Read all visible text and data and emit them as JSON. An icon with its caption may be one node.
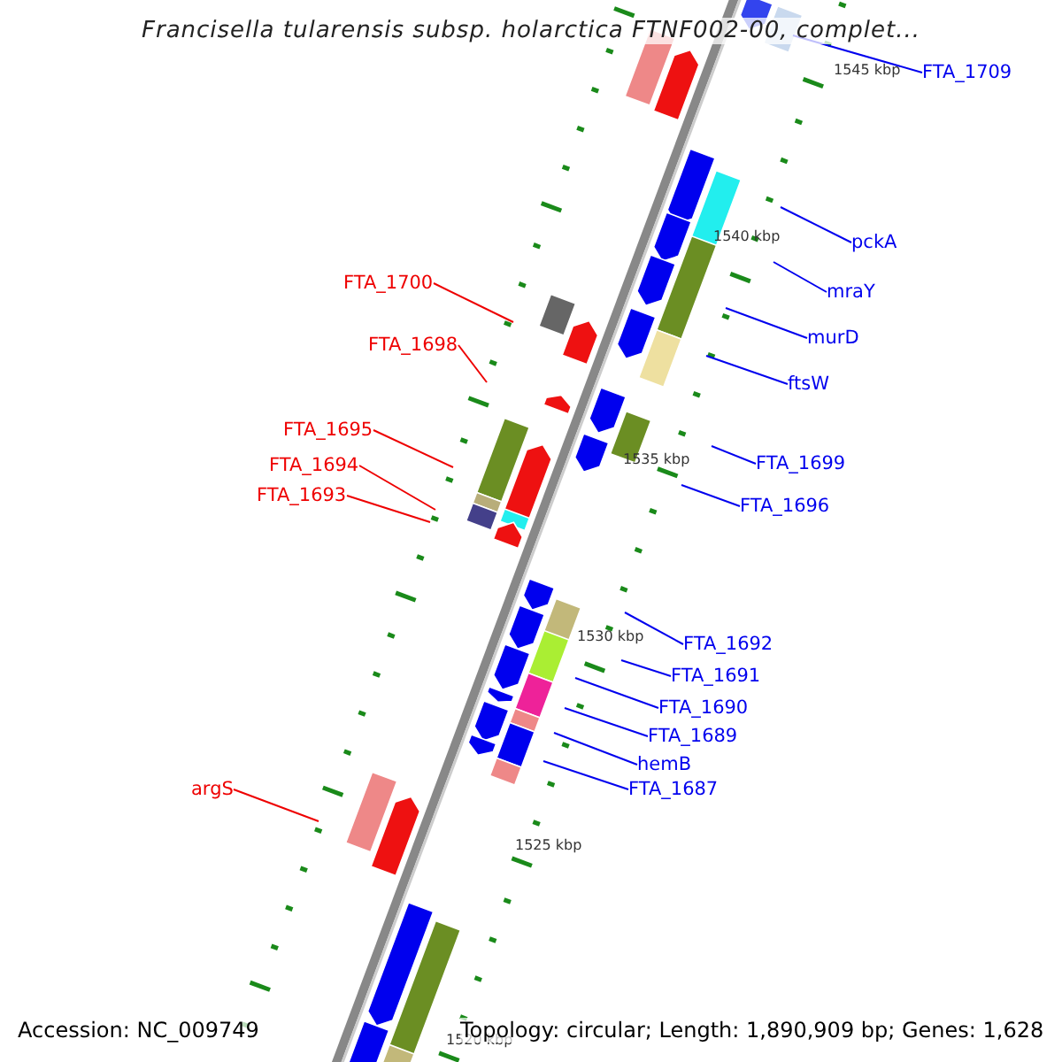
{
  "diagram": {
    "title": "Francisella tularensis subsp. holarctica FTNF002-00, complet...",
    "nodes": [
      {
        "text": [
          "FTA_1709"
        ]
      },
      {
        "text": [
          "pckA"
        ]
      },
      {
        "text": [
          "FTA_1700"
        ]
      },
      {
        "text": [
          "mraY"
        ]
      },
      {
        "text": [
          "murD"
        ]
      },
      {
        "text": [
          "FTA_1698"
        ]
      },
      {
        "text": [
          "ftsW"
        ]
      },
      {
        "text": [
          "FTA_1695"
        ]
      },
      {
        "text": [
          "FTA_1699"
        ]
      },
      {
        "text": [
          "FTA_1694"
        ]
      },
      {
        "text": [
          "FTA_1693"
        ]
      },
      {
        "text": [
          "FTA_1696"
        ]
      },
      {
        "text": [
          "FTA_1692"
        ]
      },
      {
        "text": [
          "FTA_1691"
        ]
      },
      {
        "text": [
          "FTA_1690"
        ]
      },
      {
        "text": [
          "FTA_1689"
        ]
      },
      {
        "text": [
          "hemB"
        ]
      },
      {
        "text": [
          "FTA_1687"
        ]
      },
      {
        "text": [
          "argS"
        ]
      }
    ],
    "edges": [
      {
        "from": 0,
        "to": null,
        "arrow": "none"
      },
      {
        "from": 1,
        "to": null,
        "arrow": "none"
      },
      {
        "from": 2,
        "to": null,
        "arrow": "none",
        "color": "#ee0000"
      },
      {
        "from": 3,
        "to": null,
        "arrow": "none"
      },
      {
        "from": 4,
        "to": null,
        "arrow": "none"
      },
      {
        "from": 5,
        "to": null,
        "arrow": "none",
        "color": "#ee0000"
      },
      {
        "from": 6,
        "to": null,
        "arrow": "none"
      },
      {
        "from": 7,
        "to": null,
        "arrow": "none",
        "color": "#ee0000"
      },
      {
        "from": 8,
        "to": null,
        "arrow": "none"
      },
      {
        "from": 9,
        "to": null,
        "arrow": "none",
        "color": "#ee0000"
      },
      {
        "from": 10,
        "to": null,
        "arrow": "none",
        "color": "#ee0000"
      },
      {
        "from": 11,
        "to": null,
        "arrow": "none"
      },
      {
        "from": 12,
        "to": null,
        "arrow": "none"
      },
      {
        "from": 13,
        "to": null,
        "arrow": "none"
      },
      {
        "from": 14,
        "to": null,
        "arrow": "none"
      },
      {
        "from": 15,
        "to": null,
        "arrow": "none"
      },
      {
        "from": 16,
        "to": null,
        "arrow": "none"
      },
      {
        "from": 17,
        "to": null,
        "arrow": "none"
      },
      {
        "from": 18,
        "to": null,
        "arrow": "none",
        "color": "#ee0000"
      }
    ],
    "labels": [
      "1545 kbp",
      "1540 kbp",
      "1535 kbp",
      "1530 kbp",
      "1525 kbp",
      "1520 kbp",
      "Accession: NC_009749",
      "Topology: circular; Length: 1,890,909 bp; Genes: 1,628"
    ]
  }
}
